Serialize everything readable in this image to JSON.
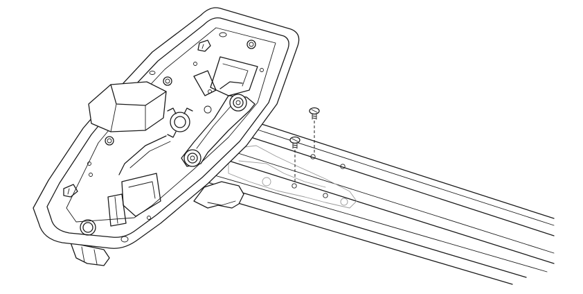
{
  "figure": {
    "description_visible_text": "",
    "colors": {
      "stroke": "#1a1a1a",
      "ghost_stroke": "#9a9a9a",
      "background": "#ffffff"
    },
    "parts": [
      {
        "name": "mounting-bracket"
      },
      {
        "name": "slide-rail"
      },
      {
        "name": "latch-lever"
      },
      {
        "name": "screw"
      },
      {
        "name": "screw"
      },
      {
        "name": "alignment-guide-lines"
      }
    ]
  }
}
